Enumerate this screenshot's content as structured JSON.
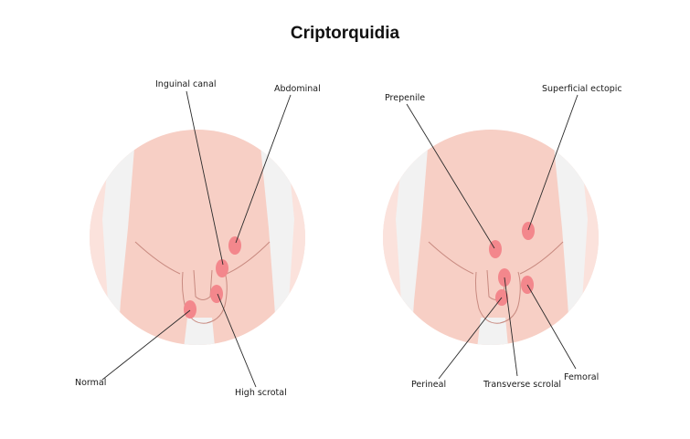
{
  "title": "Criptorquidia",
  "colors": {
    "skin": "#f7cfc5",
    "skin_light": "#fbe2dc",
    "testis": "#f3878c",
    "outline": "#c88a80",
    "leader": "#2a2a2a",
    "background_gap": "#f2f2f2"
  },
  "labels": {
    "inguinal_canal": "Inguinal canal",
    "abdominal": "Abdominal",
    "normal": "Normal",
    "high_scrotal": "High scrotal",
    "prepenile": "Prepenile",
    "superficial_ectopic": "Superficial ectopic",
    "perineal": "Perineal",
    "transverse_scrotal": "Transverse scrolal",
    "femoral": "Femoral"
  }
}
